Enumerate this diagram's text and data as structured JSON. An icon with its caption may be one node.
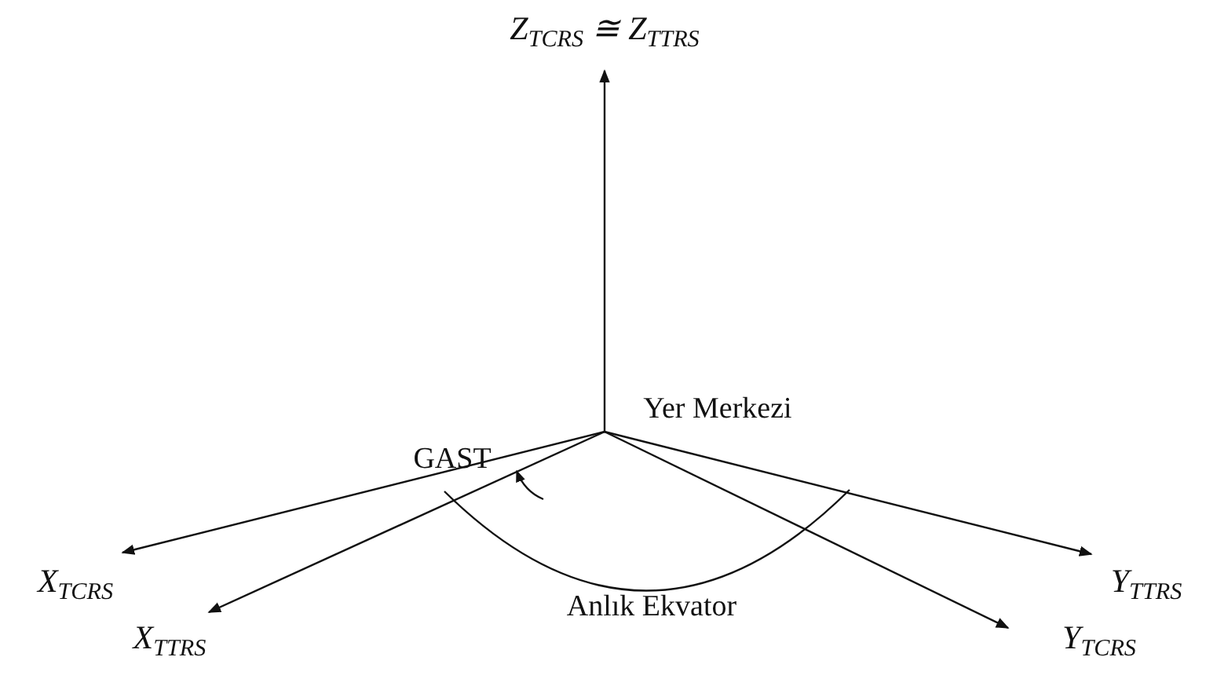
{
  "diagram": {
    "labels": [
      "Z$_{TCRS}$ ≅ Z$_{TTRS}$",
      "Yer Merkezi",
      "GAST",
      "X$_{TCRS}$",
      "Y$_{TTRS}$",
      "Anlık Ekvator",
      "X$_{TTRS}$",
      "Y$_{TCRS}$"
    ]
  }
}
